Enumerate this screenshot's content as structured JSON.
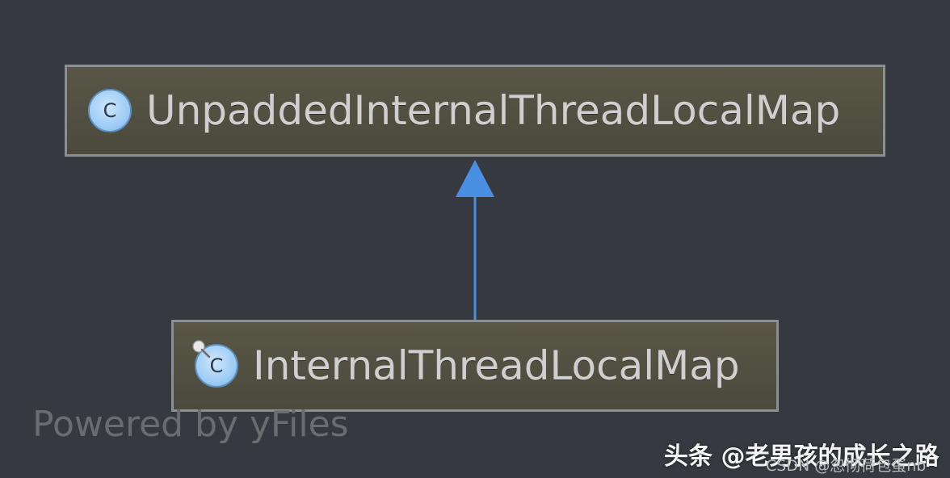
{
  "diagram": {
    "type": "uml-class-hierarchy",
    "background_color": "#363a40",
    "node_fill_color": "#534f42",
    "node_border_color": "#8a8f93",
    "edge_color": "#4a90e2",
    "nodes": [
      {
        "id": "parent",
        "icon": "class-c-icon",
        "icon_letter": "C",
        "name": "UnpaddedInternalThreadLocalMap"
      },
      {
        "id": "child",
        "icon": "class-c-pinned-icon",
        "icon_letter": "C",
        "name": "InternalThreadLocalMap"
      }
    ],
    "edges": [
      {
        "from": "child",
        "to": "parent",
        "relation": "extends"
      }
    ]
  },
  "watermarks": {
    "powered_by": "Powered by yFiles",
    "toutiao": "头条 @老男孩的成长之路",
    "csdn": "CSDN @忽彻荷包蛋nb"
  }
}
